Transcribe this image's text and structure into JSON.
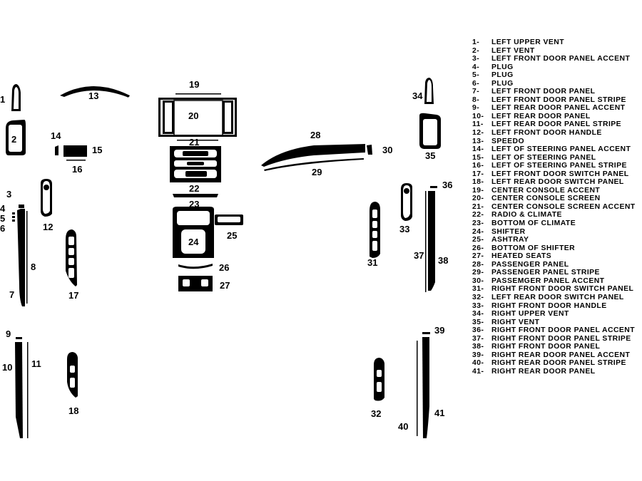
{
  "legend": [
    {
      "num": "1-",
      "name": "LEFT UPPER VENT"
    },
    {
      "num": "2-",
      "name": "LEFT VENT"
    },
    {
      "num": "3-",
      "name": "LEFT FRONT DOOR PANEL ACCENT"
    },
    {
      "num": "4-",
      "name": "PLUG"
    },
    {
      "num": "5-",
      "name": "PLUG"
    },
    {
      "num": "6-",
      "name": "PLUG"
    },
    {
      "num": "7-",
      "name": "LEFT FRONT DOOR PANEL"
    },
    {
      "num": "8-",
      "name": "LEFT FRONT DOOR PANEL STRIPE"
    },
    {
      "num": "9-",
      "name": "LEFT REAR DOOR PANEL ACCENT"
    },
    {
      "num": "10-",
      "name": "LEFT REAR DOOR PANEL"
    },
    {
      "num": "11-",
      "name": "LEFT REAR DOOR PANEL STRIPE"
    },
    {
      "num": "12-",
      "name": "LEFT FRONT DOOR HANDLE"
    },
    {
      "num": "13-",
      "name": "SPEEDO"
    },
    {
      "num": "14-",
      "name": "LEFT OF STEERING PANEL ACCENT"
    },
    {
      "num": "15-",
      "name": "LEFT OF STEERING PANEL"
    },
    {
      "num": "16-",
      "name": "LEFT OF STEERING PANEL STRIPE"
    },
    {
      "num": "17-",
      "name": "LEFT FRONT DOOR SWITCH PANEL"
    },
    {
      "num": "18-",
      "name": "LEFT REAR DOOR SWITCH PANEL"
    },
    {
      "num": "19-",
      "name": "CENTER CONSOLE ACCENT"
    },
    {
      "num": "20-",
      "name": "CENTER CONSOLE SCREEN"
    },
    {
      "num": "21-",
      "name": "CENTER CONSOLE SCREEN ACCENT"
    },
    {
      "num": "22-",
      "name": "RADIO & CLIMATE"
    },
    {
      "num": "23-",
      "name": "BOTTOM OF CLIMATE"
    },
    {
      "num": "24-",
      "name": "SHIFTER"
    },
    {
      "num": "25-",
      "name": "ASHTRAY"
    },
    {
      "num": "26-",
      "name": "BOTTOM OF SHIFTER"
    },
    {
      "num": "27-",
      "name": "HEATED SEATS"
    },
    {
      "num": "28-",
      "name": "PASSENGER PANEL"
    },
    {
      "num": "29-",
      "name": "PASSENGER PANEL STRIPE"
    },
    {
      "num": "30-",
      "name": "PASSEMGER PANEL ACCENT"
    },
    {
      "num": "31-",
      "name": "RIGHT FRONT DOOR SWITCH PANEL"
    },
    {
      "num": "32-",
      "name": "LEFT REAR DOOR SWITCH PANEL"
    },
    {
      "num": "33-",
      "name": "RIGHT FRONT DOOR HANDLE"
    },
    {
      "num": "34-",
      "name": "RIGHT UPPER VENT"
    },
    {
      "num": "35-",
      "name": "RIGHT VENT"
    },
    {
      "num": "36-",
      "name": "RIGHT FRONT DOOR PANEL ACCENT"
    },
    {
      "num": "37-",
      "name": "RIGHT FRONT DOOR PANEL STRIPE"
    },
    {
      "num": "38-",
      "name": "RIGHT FRONT DOOR PANEL"
    },
    {
      "num": "39-",
      "name": "RIGHT REAR DOOR PANEL ACCENT"
    },
    {
      "num": "40-",
      "name": "RIGHT REAR DOOR PANEL STRIPE"
    },
    {
      "num": "41-",
      "name": "RIGHT REAR DOOR PANEL"
    }
  ],
  "callouts": {
    "c1": "1",
    "c2": "2",
    "c3": "3",
    "c4": "4",
    "c5": "5",
    "c6": "6",
    "c7": "7",
    "c8": "8",
    "c9": "9",
    "c10": "10",
    "c11": "11",
    "c12": "12",
    "c13": "13",
    "c14": "14",
    "c15": "15",
    "c16": "16",
    "c17": "17",
    "c18": "18",
    "c19": "19",
    "c20": "20",
    "c21": "21",
    "c22": "22",
    "c23": "23",
    "c24": "24",
    "c25": "25",
    "c26": "26",
    "c27": "27",
    "c28": "28",
    "c29": "29",
    "c30": "30",
    "c31": "31",
    "c32": "32",
    "c33": "33",
    "c34": "34",
    "c35": "35",
    "c36": "36",
    "c37": "37",
    "c38": "38",
    "c39": "39",
    "c40": "40",
    "c41": "41"
  },
  "colors": {
    "ink": "#000000",
    "paper": "#ffffff"
  }
}
